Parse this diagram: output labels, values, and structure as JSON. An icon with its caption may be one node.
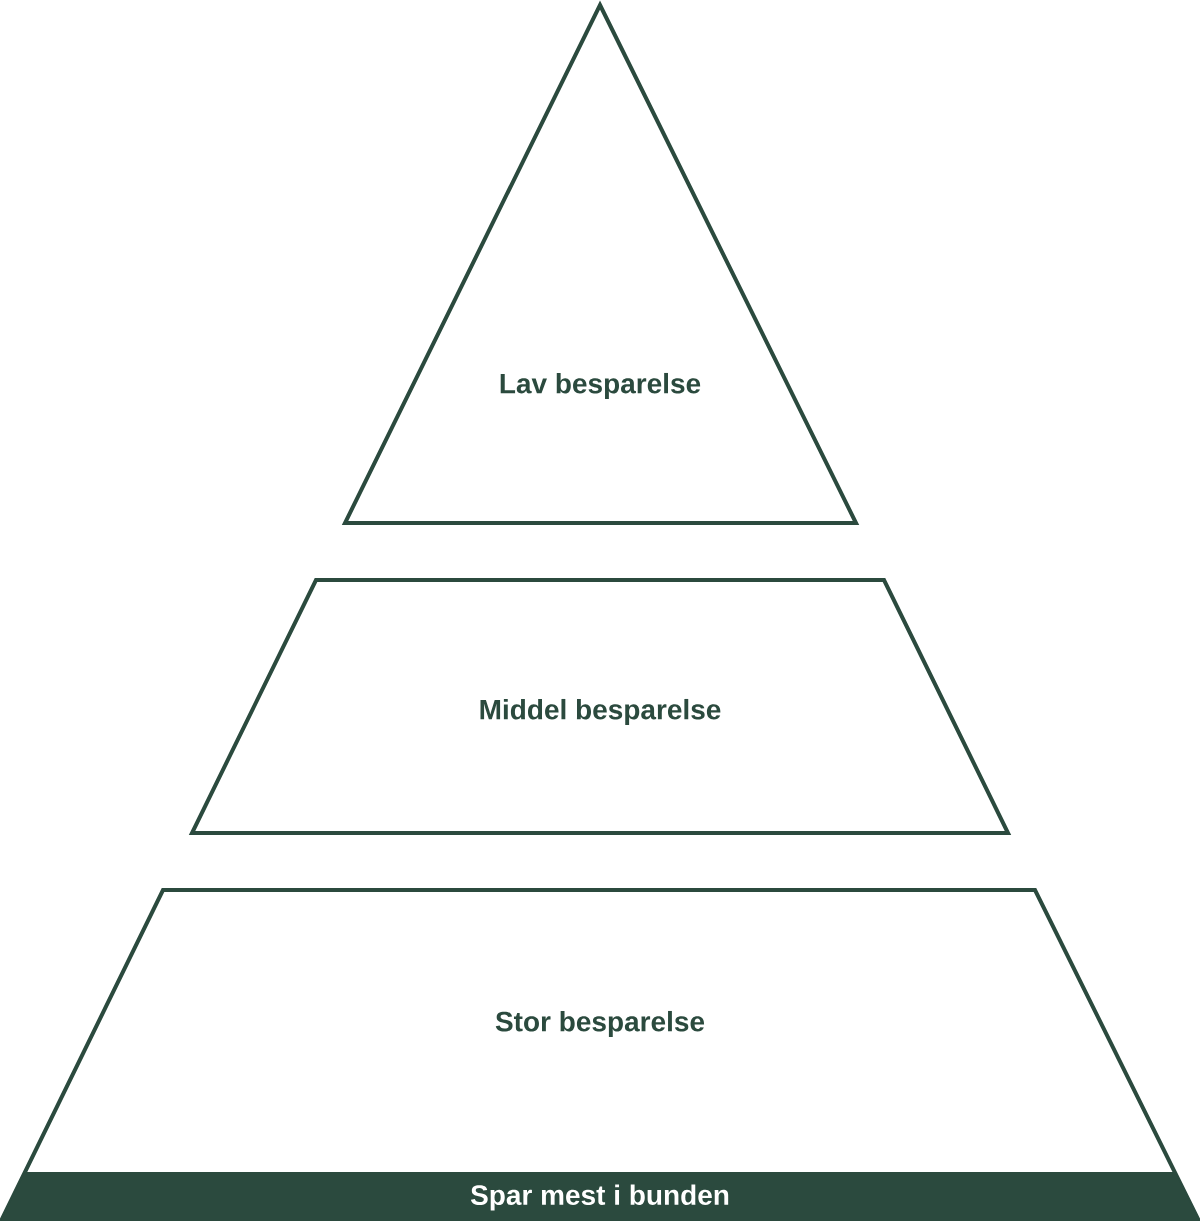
{
  "diagram": {
    "nodes": [
      {
        "text": [
          "Lav besparelse"
        ]
      },
      {
        "text": [
          "Middel besparelse"
        ]
      },
      {
        "text": [
          "Stor besparelse"
        ]
      },
      {
        "text": [
          "Spar mest i bunden"
        ],
        "in": 2
      }
    ]
  }
}
